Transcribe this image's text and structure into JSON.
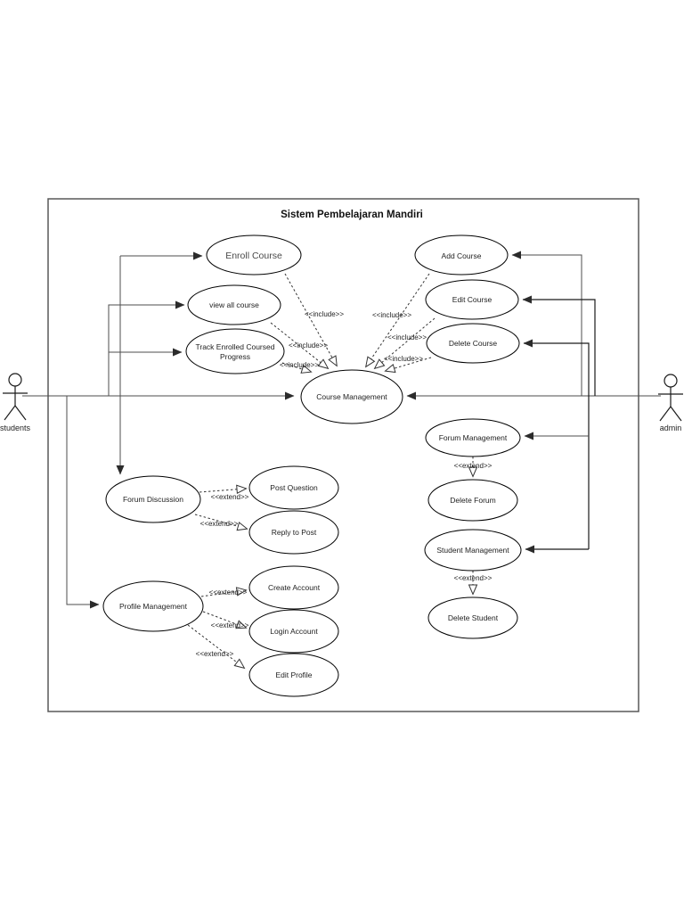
{
  "diagram": {
    "title": "Sistem Pembelajaran Mandiri",
    "actors": {
      "students": {
        "label": "students"
      },
      "admin": {
        "label": "admin"
      }
    },
    "labels": {
      "include": "<<include>>",
      "extend": "<<extend>>"
    },
    "use_cases": {
      "enroll_course": {
        "label": "Enroll Course"
      },
      "view_all_course": {
        "label": "view all course"
      },
      "track_enrolled_progress": {
        "label": "Track Enrolled Coursed Progress",
        "lines": [
          "Track Enrolled Coursed",
          "Progress"
        ]
      },
      "add_course": {
        "label": "Add Course"
      },
      "edit_course": {
        "label": "Edit Course"
      },
      "delete_course": {
        "label": "Delete Course"
      },
      "course_management": {
        "label": "Course Management"
      },
      "forum_management": {
        "label": "Forum Management"
      },
      "delete_forum": {
        "label": "Delete Forum"
      },
      "student_management": {
        "label": "Student Management"
      },
      "delete_student": {
        "label": "Delete Student"
      },
      "forum_discussion": {
        "label": "Forum Discussion"
      },
      "post_question": {
        "label": "Post Question"
      },
      "reply_to_post": {
        "label": "Reply to Post"
      },
      "profile_management": {
        "label": "Profile Management"
      },
      "create_account": {
        "label": "Create Account"
      },
      "login_account": {
        "label": "Login Account"
      },
      "edit_profile": {
        "label": "Edit Profile"
      }
    },
    "relationships": {
      "include": [
        {
          "from": "Enroll Course",
          "to": "Course Management"
        },
        {
          "from": "view all course",
          "to": "Course Management"
        },
        {
          "from": "Track Enrolled Coursed Progress",
          "to": "Course Management"
        },
        {
          "from": "Add Course",
          "to": "Course Management"
        },
        {
          "from": "Edit Course",
          "to": "Course Management"
        },
        {
          "from": "Delete Course",
          "to": "Course Management"
        }
      ],
      "extend": [
        {
          "from": "Forum Discussion",
          "to": "Post Question"
        },
        {
          "from": "Forum Discussion",
          "to": "Reply to Post"
        },
        {
          "from": "Forum Management",
          "to": "Delete Forum"
        },
        {
          "from": "Student Management",
          "to": "Delete Student"
        },
        {
          "from": "Profile Management",
          "to": "Create Account"
        },
        {
          "from": "Profile Management",
          "to": "Login Account"
        },
        {
          "from": "Profile Management",
          "to": "Edit Profile"
        }
      ],
      "associations": [
        {
          "from": "students",
          "to": [
            "Enroll Course",
            "view all course",
            "Track Enrolled Coursed Progress",
            "Course Management",
            "Forum Discussion",
            "Profile Management"
          ]
        },
        {
          "from": "admin",
          "to": [
            "Add Course",
            "Edit Course",
            "Delete Course",
            "Course Management",
            "Forum Management",
            "Student Management"
          ]
        }
      ]
    },
    "colors": {
      "background": "#ffffff",
      "shape_stroke": "#000000",
      "connector": "#4d4d4d",
      "boundary": "#595959"
    }
  }
}
